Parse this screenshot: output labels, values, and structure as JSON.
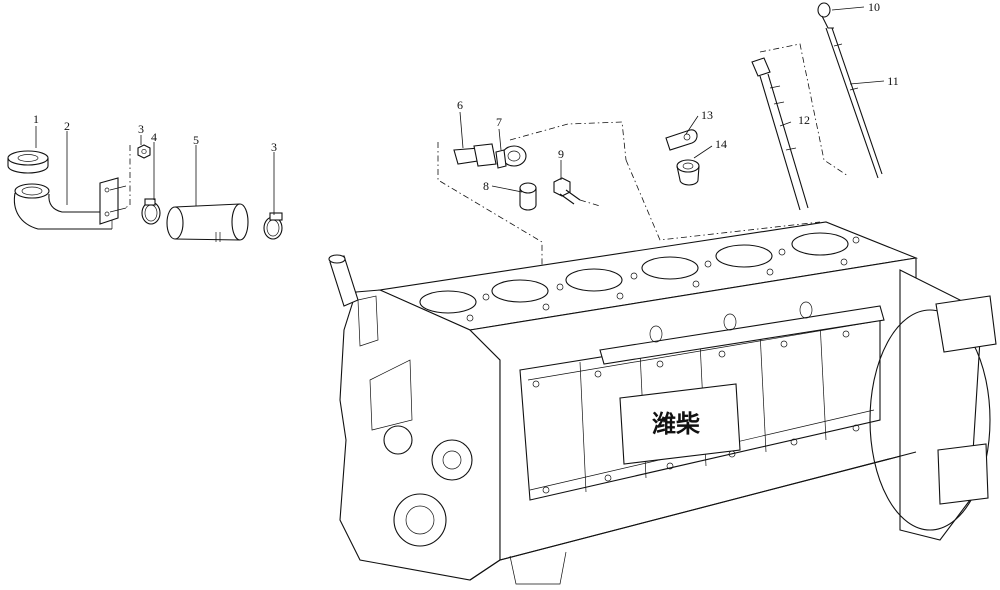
{
  "diagram": {
    "brand_label": "潍柴",
    "callouts": [
      {
        "id": "1",
        "label": "1"
      },
      {
        "id": "2",
        "label": "2"
      },
      {
        "id": "3a",
        "label": "3"
      },
      {
        "id": "4",
        "label": "4"
      },
      {
        "id": "5",
        "label": "5"
      },
      {
        "id": "3b",
        "label": "3"
      },
      {
        "id": "6",
        "label": "6"
      },
      {
        "id": "7",
        "label": "7"
      },
      {
        "id": "8",
        "label": "8"
      },
      {
        "id": "9",
        "label": "9"
      },
      {
        "id": "13",
        "label": "13"
      },
      {
        "id": "14",
        "label": "14"
      },
      {
        "id": "12",
        "label": "12"
      },
      {
        "id": "10",
        "label": "10"
      },
      {
        "id": "11",
        "label": "11"
      }
    ]
  }
}
